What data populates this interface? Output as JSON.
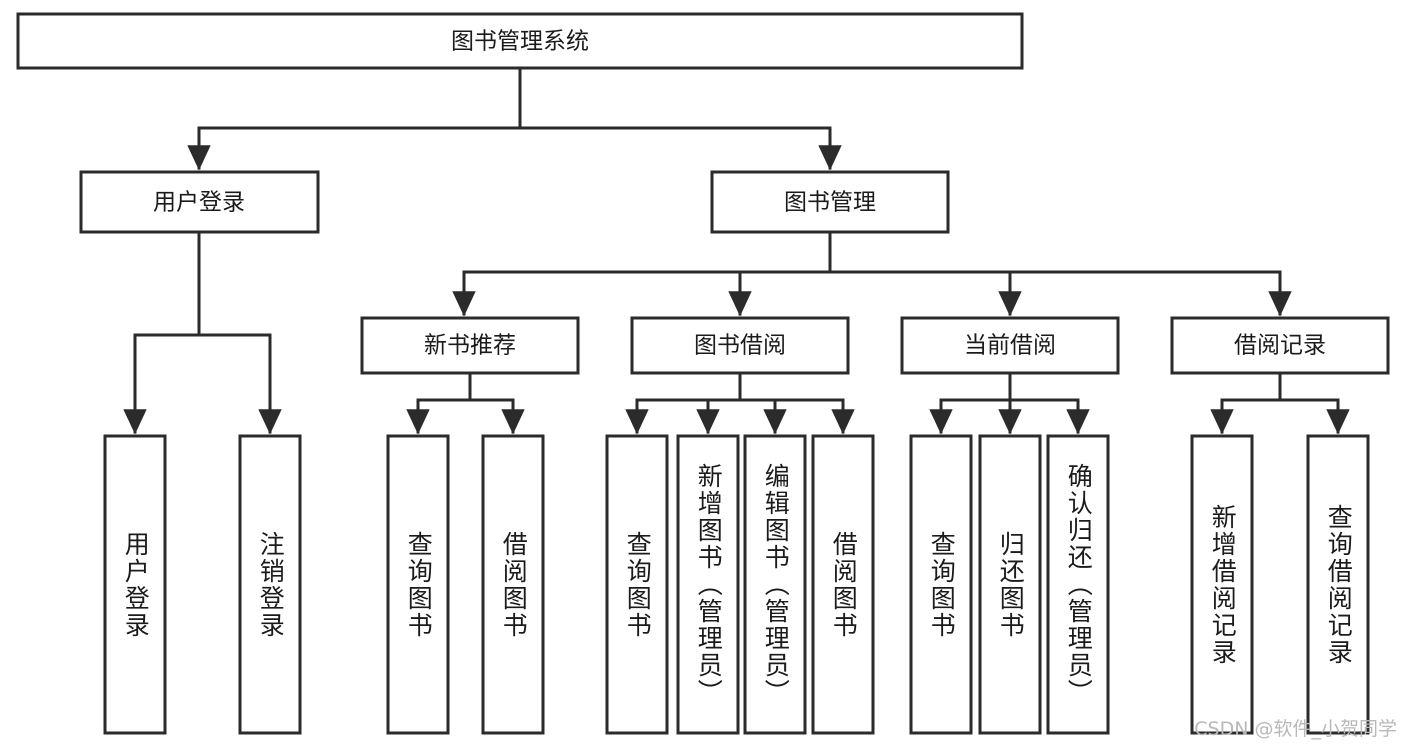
{
  "diagram": {
    "title": "图书管理系统",
    "type": "hierarchy-tree",
    "watermark": "CSDN @软件_小贺同学",
    "colors": {
      "box_stroke": "#2b2b2b",
      "box_fill": "#ffffff",
      "connector": "#2b2b2b",
      "text": "#1b1b1b",
      "watermark": "#b9b9b9",
      "background": "#ffffff"
    },
    "root": {
      "label": "图书管理系统"
    },
    "level2": [
      {
        "label": "用户登录"
      },
      {
        "label": "图书管理"
      }
    ],
    "level3": [
      {
        "label": "新书推荐"
      },
      {
        "label": "图书借阅"
      },
      {
        "label": "当前借阅"
      },
      {
        "label": "借阅记录"
      }
    ],
    "leaves": {
      "user_login": [
        {
          "label": "用户登录"
        },
        {
          "label": "注销登录"
        }
      ],
      "new_book_recommend": [
        {
          "label": "查询图书"
        },
        {
          "label": "借阅图书"
        }
      ],
      "book_borrow": [
        {
          "label": "查询图书"
        },
        {
          "label": "新增图书（管理员）"
        },
        {
          "label": "编辑图书（管理员）"
        },
        {
          "label": "借阅图书"
        }
      ],
      "current_borrow": [
        {
          "label": "查询图书"
        },
        {
          "label": "归还图书"
        },
        {
          "label": "确认归还（管理员）"
        }
      ],
      "borrow_record": [
        {
          "label": "新增借阅记录"
        },
        {
          "label": "查询借阅记录"
        }
      ]
    }
  }
}
